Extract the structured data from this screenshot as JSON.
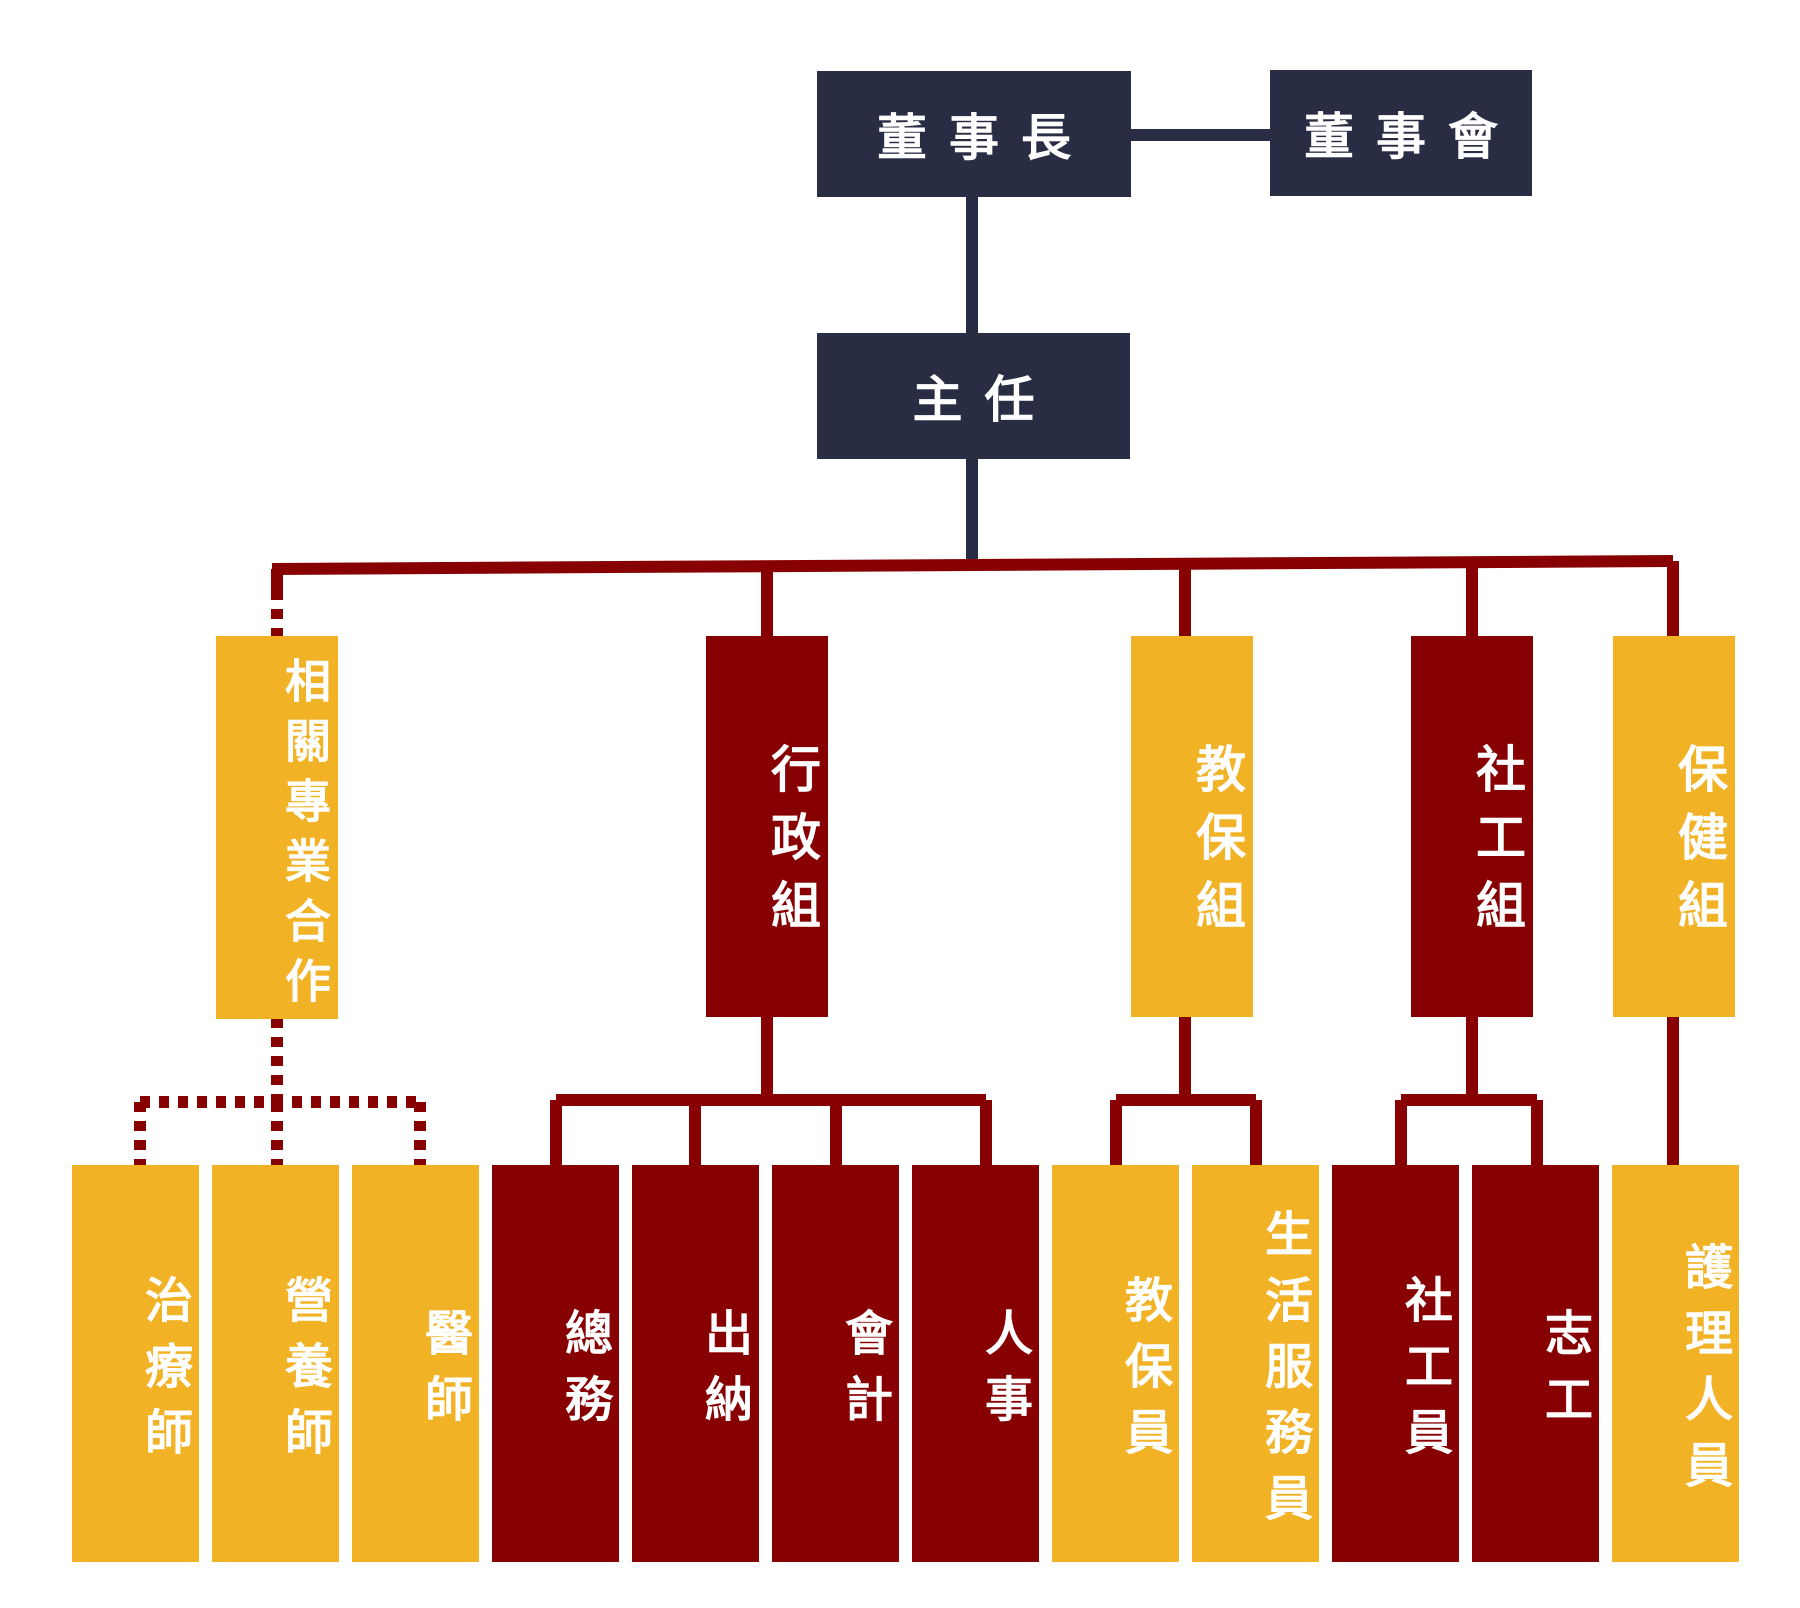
{
  "colors": {
    "navy": "#282d43",
    "gold": "#f2b225",
    "red": "#870103"
  },
  "top": {
    "chairman": "董事長",
    "board": "董事會",
    "director": "主任"
  },
  "departments": {
    "professional": "相關專業合作",
    "admin": "行政組",
    "education": "教保組",
    "social": "社工組",
    "health": "保健組"
  },
  "staff": {
    "therapist": "治療師",
    "nutritionist": "營養師",
    "doctor": "醫師",
    "general_affairs": "總務",
    "cashier": "出納",
    "accounting": "會計",
    "personnel": "人事",
    "caregiver": "教保員",
    "life_services": "生活服務員",
    "social_worker": "社工員",
    "volunteer": "志工",
    "nursing": "護理人員"
  }
}
